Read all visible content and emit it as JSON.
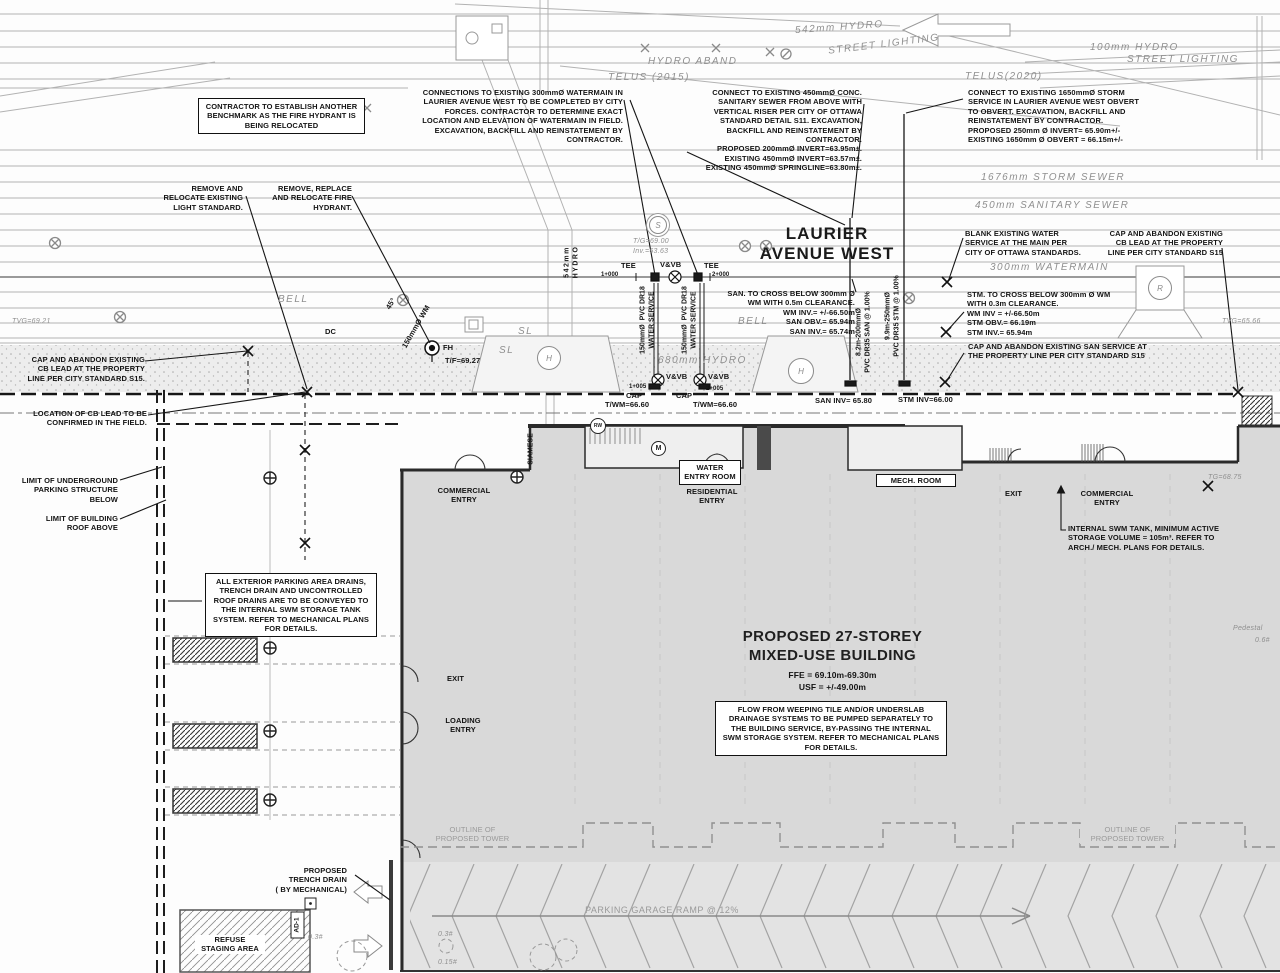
{
  "street": {
    "name_line1": "LAURIER",
    "name_line2": "AVENUE WEST",
    "storm_sewer": "1676mm  STORM  SEWER",
    "sanitary_sewer": "450mm  SANITARY  SEWER",
    "watermain": "300mm  WATERMAIN",
    "hydro_542": "542mm  HYDRO",
    "street_lighting_a": "STREET  LIGHTING",
    "hydro_100": "100mm  HYDRO",
    "street_lighting_b": "STREET  LIGHTING",
    "hydro_aband": "HYDRO  ABAND",
    "telus_2015": "TELUS  (2015)",
    "telus_2020": "TELUS(2020)",
    "hydro_680": "680mm  HYDRO",
    "hydro_542_vert": "542mm\nHYDRO",
    "bell_a": "BELL",
    "bell_b": "BELL",
    "dc": "DC",
    "sl_a": "SL",
    "sl_b": "SL",
    "mh_tg": "T/G=69.00",
    "mh_inv": "Inv.=63.63",
    "tvg_left": "TVG=69.21",
    "tvg_right": "TVG=65.66",
    "tg_right": "TG=68.75",
    "pedestal": "Pedestal",
    "tree_1": "0.3#",
    "tree_2": "0.3#",
    "tree_3": "0.15#",
    "tree_4": "0.6#"
  },
  "symbols": {
    "s": "S",
    "h_a": "H",
    "h_b": "H",
    "r": "R",
    "m": "M",
    "rw": "RW"
  },
  "notes": {
    "benchmark": "CONTRACTOR TO ESTABLISH ANOTHER BENCHMARK AS THE FIRE HYDRANT IS BEING RELOCATED",
    "watermain_connection": "CONNECTIONS TO EXISTING 300mmØ WATERMAIN IN LAURIER AVENUE WEST TO BE COMPLETED BY CITY FORCES. CONTRACTOR TO DETERMINE EXACT LOCATION AND ELEVATION OF WATERMAIN IN FIELD. EXCAVATION, BACKFILL AND REINSTATEMENT BY CONTRACTOR.",
    "sanitary_connection": "CONNECT TO EXISTING 450mmØ CONC. SANITARY SEWER FROM ABOVE WITH VERTICAL RISER PER CITY OF OTTAWA STANDARD DETAIL S11. EXCAVATION, BACKFILL AND REINSTATEMENT BY CONTRACTOR.\nPROPOSED 200mmØ INVERT=63.95m±.\nEXISTING 450mmØ INVERT=63.57m±.\nEXISTING 450mmØ SPRINGLINE=63.80m±.",
    "storm_connection": "CONNECT TO EXISTING 1650mmØ STORM SERVICE IN LAURIER AVENUE WEST OBVERT TO OBVERT. EXCAVATION, BACKFILL AND REINSTATEMENT BY CONTRACTOR.\nPROPOSED 250mm Ø INVERT= 65.90m+/-\nEXISTING 1650mm Ø OBVERT = 66.15m+/-",
    "remove_light": "REMOVE AND\nRELOCATE EXISTING\nLIGHT STANDARD.",
    "remove_hydrant": "REMOVE, REPLACE\nAND RELOCATE FIRE\nHYDRANT.",
    "blank_water": "BLANK EXISTING WATER SERVICE AT THE MAIN PER CITY OF OTTAWA STANDARDS.",
    "cap_cb_right": "CAP AND ABANDON EXISTING CB LEAD AT THE PROPERTY LINE PER CITY STANDARD S15",
    "san_crossing": "SAN. TO CROSS BELOW 300mm Ø\nWM WITH 0.5m CLEARANCE.\nWM INV.= +/-66.50m\nSAN OBV.= 65.94m\nSAN INV.= 65.74m",
    "stm_crossing": "STM. TO CROSS BELOW 300mm Ø WM\nWITH 0.3m CLEARANCE.\nWM INV = +/-66.50m\nSTM OBV.= 66.19m\nSTM INV.= 65.94m",
    "cap_san": "CAP AND ABANDON EXISTING SAN SERVICE AT\nTHE PROPERTY LINE PER CITY STANDARD S15",
    "cap_cb_left": "CAP AND ABANDON EXISTING\nCB LEAD AT THE PROPERTY\nLINE PER CITY STANDARD S15.",
    "cb_lead_location": "LOCATION OF CB LEAD TO BE\nCONFIRMED IN THE FIELD.",
    "limit_parking": "LIMIT OF UNDERGROUND\nPARKING STRUCTURE\nBELOW",
    "limit_roof": "LIMIT OF BUILDING\nROOF ABOVE",
    "exterior_drains": "ALL EXTERIOR PARKING AREA DRAINS, TRENCH DRAIN AND UNCONTROLLED ROOF DRAINS ARE TO BE CONVEYED TO THE INTERNAL SWM STORAGE TANK SYSTEM. REFER TO MECHANICAL PLANS FOR  DETAILS.",
    "swm_tank": "INTERNAL SWM TANK, MINIMUM ACTIVE\nSTORAGE VOLUME = 105m³. REFER TO\nARCH./ MECH. PLANS FOR DETAILS.",
    "weeping_tile": "FLOW FROM WEEPING TILE AND/OR UNDERSLAB DRAINAGE SYSTEMS TO BE PUMPED SEPARATELY TO THE BUILDING SERVICE, BY-PASSING THE INTERNAL SWM STORAGE SYSTEM. REFER TO MECHANICAL PLANS FOR DETAILS.",
    "trench_drain": "PROPOSED\nTRENCH DRAIN\n( BY MECHANICAL)"
  },
  "services": {
    "water_service_a": "150mmØ  PVC DR18\nWATER SERVICE",
    "water_service_b": "150mmØ  PVC DR18\nWATER SERVICE",
    "san_service": "8.2m-200mmØ\nPVC DR35 SAN @ 1.00%",
    "stm_service": "9.9m-250mmØ\nPVC DR35 STM @ 1.00%",
    "tee_a": "TEE",
    "tee_b": "TEE",
    "sta_1000": "1+000",
    "sta_2000": "2+000",
    "sta_1005": "1+005",
    "sta_2005": "2+005",
    "vvb_top": "V&VB",
    "vvb_a": "V&VB",
    "vvb_b": "V&VB",
    "cap_a": "CAP",
    "cap_b": "CAP",
    "twm_a": "T/WM=66.60",
    "twm_b": "T/WM=66.60",
    "san_inv": "SAN INV= 65.80",
    "stm_inv": "STM INV=66.00",
    "fh": "FH",
    "fh_tf": "T/F=69.27",
    "angle_45": "45°",
    "wm_150": "150mmØ WM",
    "siamese": "SIAMESE",
    "ad1": "AD-1"
  },
  "building": {
    "title": "PROPOSED 27-STOREY\nMIXED-USE BUILDING",
    "ffe": "FFE = 69.10m-69.30m",
    "usf": "USF = +/-49.00m",
    "commercial_entry_w": "COMMERCIAL\nENTRY",
    "residential_entry": "RESIDENTIAL\nENTRY",
    "water_entry_room": "WATER\nENTRY ROOM",
    "mech_room": "MECH. ROOM",
    "exit_a": "EXIT",
    "commercial_entry_e": "COMMERCIAL\nENTRY",
    "exit_b": "EXIT",
    "loading_entry": "LOADING\nENTRY",
    "outline_tower_a": "OUTLINE OF\nPROPOSED TOWER",
    "outline_tower_b": "OUTLINE OF\nPROPOSED TOWER",
    "ramp": "PARKING GARAGE RAMP @ 12%",
    "refuse": "REFUSE\nSTAGING AREA"
  }
}
